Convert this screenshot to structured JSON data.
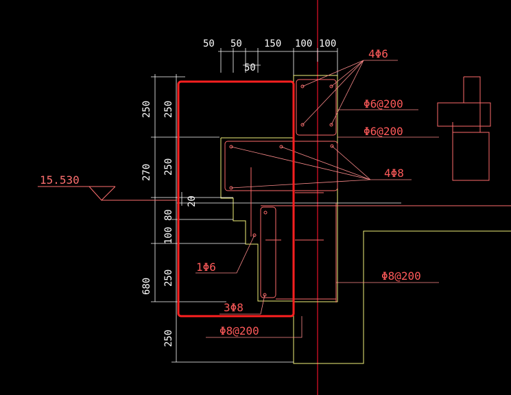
{
  "colors": {
    "background": "#000000",
    "dimension": "#ffffff",
    "rebar": "#ff6b6b",
    "leader": "#ff8c8c",
    "concrete": "#f2f27a",
    "axis": "#e8102a",
    "highlight": "#ff2020",
    "label": "#ff5a5a",
    "elevation": "#ff7070"
  },
  "dimensions": {
    "top": [
      "50",
      "50",
      "150",
      "100",
      "100"
    ],
    "top_sub": "50",
    "left_outer": [
      "250",
      "270",
      "100",
      "680"
    ],
    "left_inner": [
      "250",
      "250",
      "80",
      "250",
      "250"
    ],
    "small_offset": "20"
  },
  "elevation": "15.530",
  "labels": {
    "top_bars": "4Φ6",
    "stirrup_a": "Φ6@200",
    "stirrup_b": "Φ6@200",
    "middle_bars": "4Φ8",
    "single_bar": "1Φ6",
    "bottom_bars": "3Φ8",
    "bottom_stirrup": "Φ8@200",
    "right_stirrup": "Φ8@200"
  }
}
